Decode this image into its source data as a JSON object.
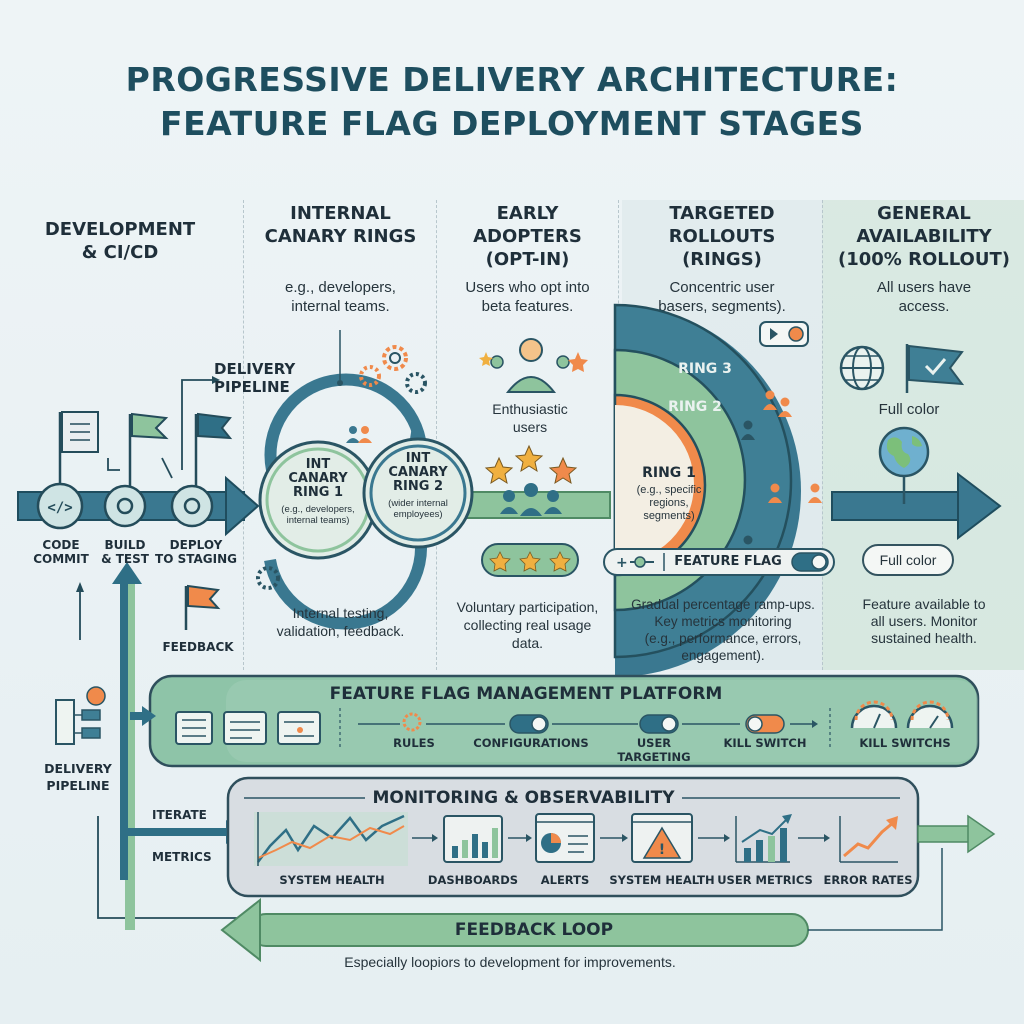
{
  "title": {
    "line1": "PROGRESSIVE DELIVERY ARCHITECTURE:",
    "line2": "FEATURE FLAG DEPLOYMENT STAGES"
  },
  "colors": {
    "teal": "#2f6f86",
    "green": "#79b48f",
    "orange": "#f08a4b",
    "dark": "#1e4e5f"
  },
  "stages": {
    "dev": {
      "title": "DEVELOPMENT\n& CI/CD",
      "code_commit": "CODE\nCOMMIT",
      "build_test": "BUILD\n& TEST",
      "deploy": "DEPLOY\nTO STAGING",
      "delivery_pipeline": "DELIVERY\nPIPELINE",
      "feedback": "FEEDBACK"
    },
    "internal": {
      "title": "INTERNAL\nCANARY RINGS",
      "desc": "e.g., developers,\ninternal teams.",
      "ring1": "INT\nCANARY\nRING 1",
      "ring1_sub": "(e.g., developers,\ninternal teams)",
      "ring2": "INT\nCANARY\nRING 2",
      "ring2_sub": "(wider internal\nemployees)",
      "bottom": "Internal testing,\nvalidation, feedback."
    },
    "early": {
      "title": "EARLY\nADOPTERS\n(OPT-IN)",
      "desc": "Users who opt into\nbeta features.",
      "enthusiastic": "Enthusiastic\nusers",
      "bottom": "Voluntary participation,\ncollecting real usage\ndata."
    },
    "targeted": {
      "title": "TARGETED\nROLLOUTS\n(RINGS)",
      "desc": "Concentric user\nbasers, segments).",
      "ring3": "RING 3",
      "ring2": "RING 2",
      "ring1": "RING 1",
      "ring1_sub": "(e.g., specific\nregions,\nsegments)",
      "feature_flag": "FEATURE FLAG",
      "bottom": "Gradual percentage ramp-ups.\nKey metrics monitoring\n(e.g., performance, errors,\nengagement)."
    },
    "ga": {
      "title": "GENERAL\nAVAILABILITY\n(100% ROLLOUT)",
      "desc": "All users have\naccess.",
      "full_color_1": "Full color",
      "full_color_2": "Full color",
      "bottom": "Feature available to\nall users. Monitor\nsustained health."
    }
  },
  "platform": {
    "title": "FEATURE FLAG MANAGEMENT PLATFORM",
    "items": [
      "RULES",
      "CONFIGURATIONS",
      "USER TARGETING",
      "KILL SWITCH",
      "KILL SWITCHS"
    ]
  },
  "monitoring": {
    "title": "MONITORING & OBSERVABILITY",
    "items": [
      "SYSTEM HEALTH",
      "DASHBOARDS",
      "ALERTS",
      "SYSTEM HEALTH",
      "USER METRICS",
      "ERROR RATES"
    ],
    "iterate": "ITERATE",
    "metrics": "METRICS"
  },
  "left": {
    "delivery_pipeline": "DELIVERY\nPIPELINE"
  },
  "feedback": {
    "title": "FEEDBACK LOOP",
    "caption": "Especially loopiors to development for improvements."
  }
}
